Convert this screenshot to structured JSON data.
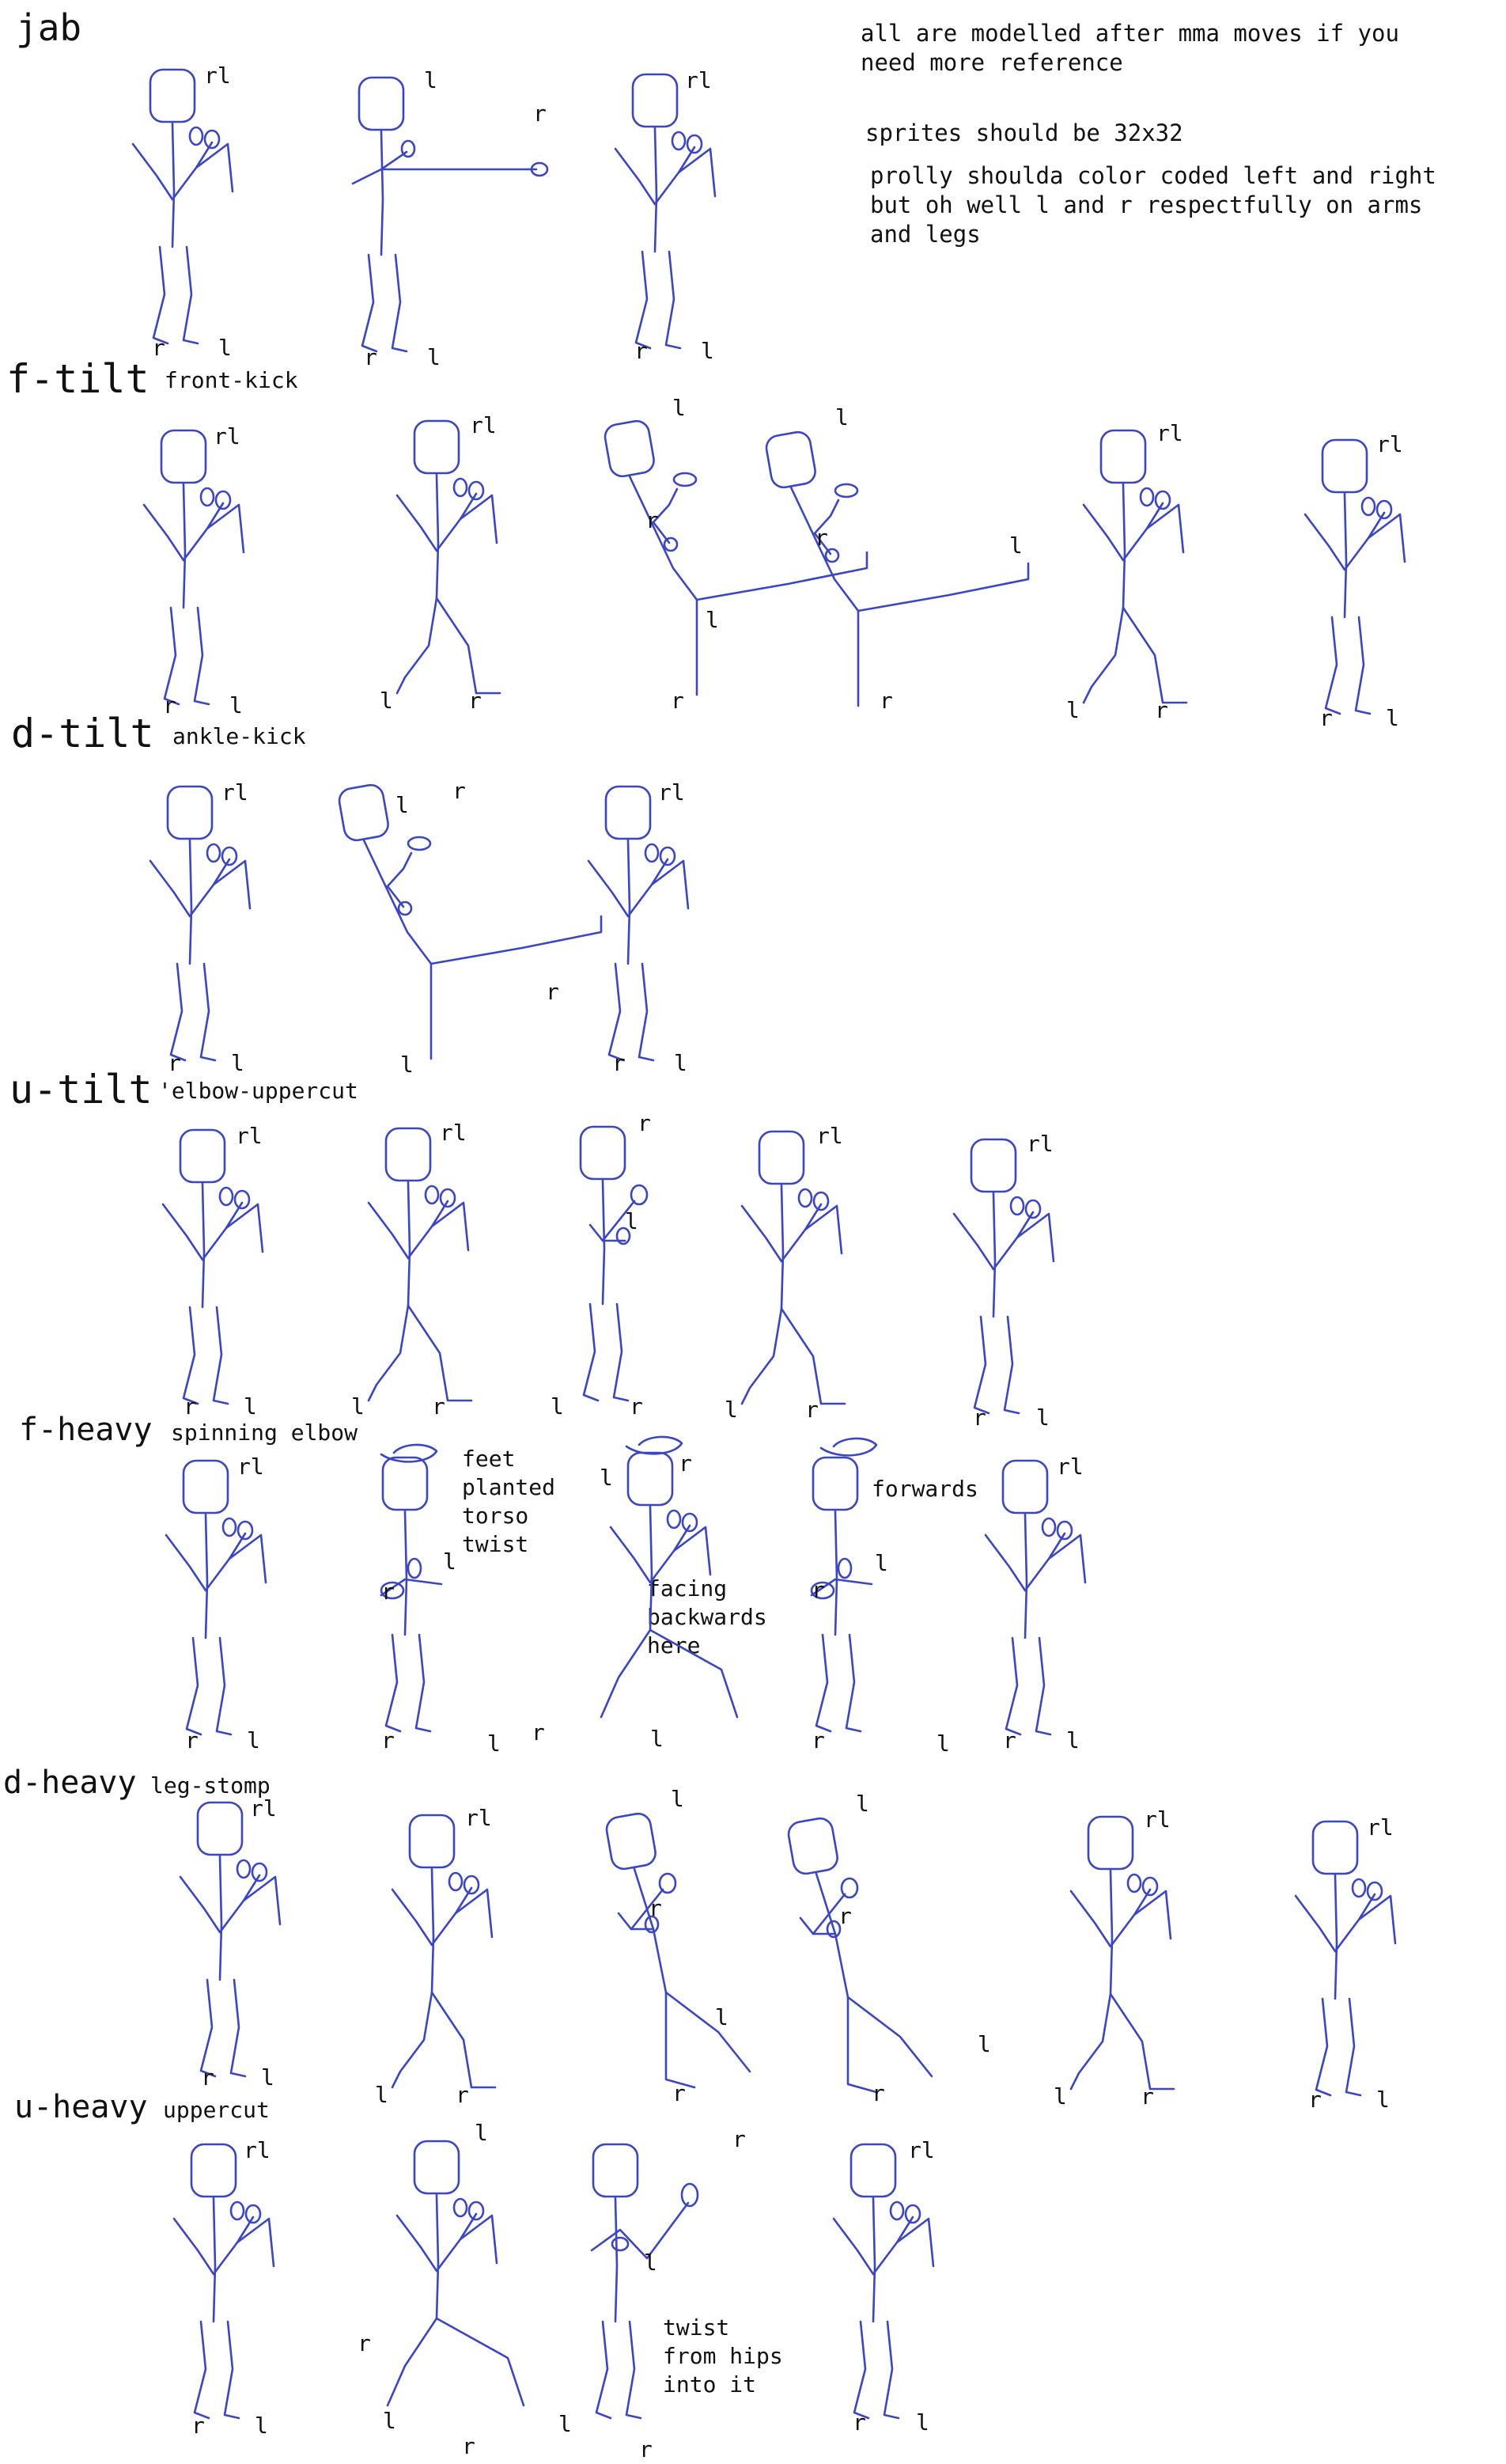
{
  "notes": {
    "mma": "all are modelled after mma moves if you\nneed more reference",
    "sprites": "sprites should be 32x32",
    "color": "prolly shoulda color coded left and right\nbut oh well l and r respectfully on arms\nand legs"
  },
  "sections": [
    {
      "id": "jab",
      "name": "jab",
      "subtitle": ""
    },
    {
      "id": "ftilt",
      "name": "f-tilt",
      "subtitle": "front-kick"
    },
    {
      "id": "dtilt",
      "name": "d-tilt",
      "subtitle": "ankle-kick"
    },
    {
      "id": "utilt",
      "name": "u-tilt",
      "subtitle": "'elbow-uppercut"
    },
    {
      "id": "fheavy",
      "name": "f-heavy",
      "subtitle": "spinning elbow"
    },
    {
      "id": "dheavy",
      "name": "d-heavy",
      "subtitle": "leg-stomp"
    },
    {
      "id": "uheavy",
      "name": "u-heavy",
      "subtitle": "uppercut"
    }
  ],
  "annotations": {
    "feet_planted": "feet\nplanted\ntorso\ntwist",
    "facing_backwards": "facing\nbackwards\nhere",
    "forwards": "forwards",
    "twist_hips": "twist\nfrom hips\ninto it"
  },
  "limb_labels": {
    "r": "r",
    "l": "l",
    "rl": "rl"
  },
  "colors": {
    "stroke": "#3a45c8",
    "text": "#111111",
    "background": "#ffffff"
  }
}
